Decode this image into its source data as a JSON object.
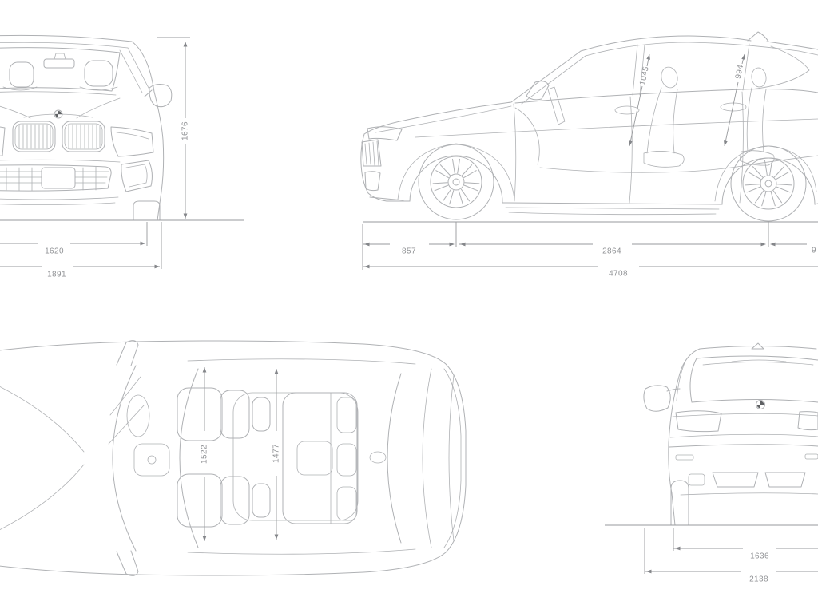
{
  "document": {
    "type": "vehicle-dimensions-blueprint",
    "vehicle": "SUV technical drawing",
    "views": [
      "front",
      "side",
      "top",
      "rear"
    ]
  },
  "colors": {
    "background": "#ffffff",
    "line_art": "#afb1b4",
    "dimension_lines": "#97999c",
    "dimension_text": "#909295"
  },
  "views": {
    "front": {
      "name": "front-view",
      "dims": {
        "overall_height": "1676",
        "track_width": "1620",
        "overall_width": "1891"
      }
    },
    "side": {
      "name": "side-view",
      "dims": {
        "front_headroom": "1045",
        "rear_headroom": "994",
        "front_overhang": "857",
        "wheelbase": "2864",
        "overall_length": "4708",
        "rear_overhang_fragment": "9"
      }
    },
    "top": {
      "name": "top-view",
      "dims": {
        "front_interior_width": "1522",
        "rear_interior_width": "1477"
      }
    },
    "rear": {
      "name": "rear-view",
      "dims": {
        "track_width": "1636",
        "width_incl_mirrors": "2138"
      }
    }
  }
}
